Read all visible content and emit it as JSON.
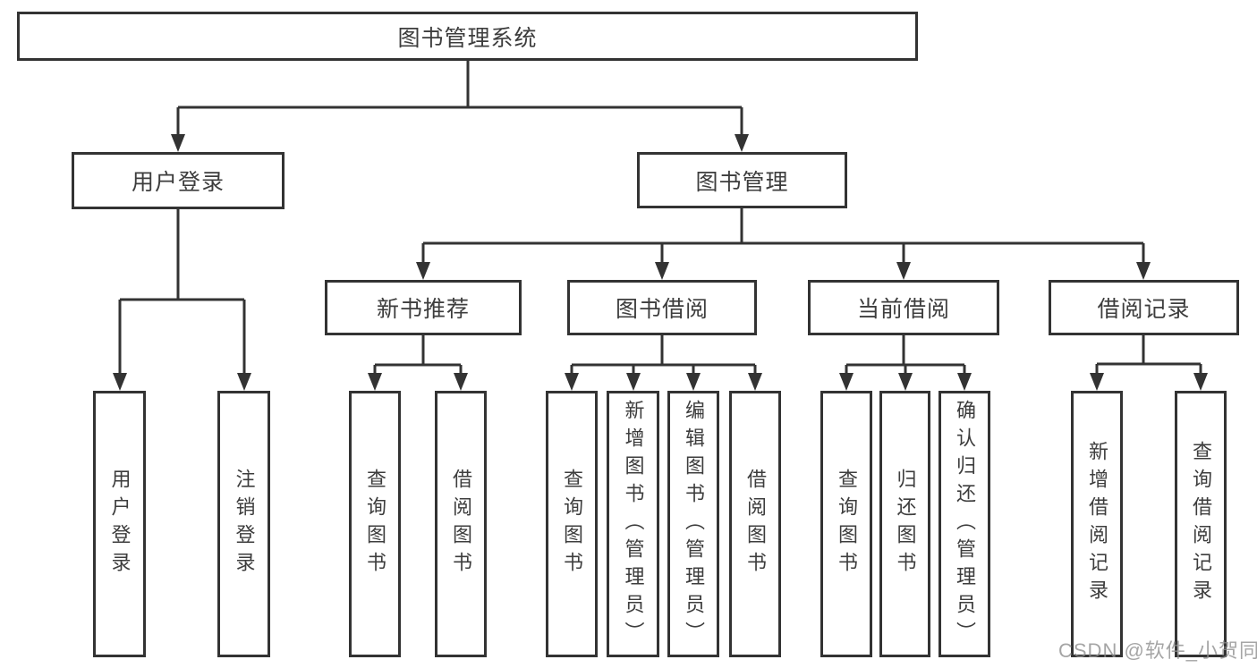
{
  "diagram": {
    "type": "tree",
    "root": {
      "label": "图书管理系统",
      "children": [
        {
          "label": "用户登录",
          "children": [
            {
              "label": "用户登录"
            },
            {
              "label": "注销登录"
            }
          ]
        },
        {
          "label": "图书管理",
          "children": [
            {
              "label": "新书推荐",
              "children": [
                {
                  "label": "查询图书"
                },
                {
                  "label": "借阅图书"
                }
              ]
            },
            {
              "label": "图书借阅",
              "children": [
                {
                  "label": "查询图书"
                },
                {
                  "label": "新增图书（管理员）"
                },
                {
                  "label": "编辑图书（管理员）"
                },
                {
                  "label": "借阅图书"
                }
              ]
            },
            {
              "label": "当前借阅",
              "children": [
                {
                  "label": "查询图书"
                },
                {
                  "label": "归还图书"
                },
                {
                  "label": "确认归还（管理员）"
                }
              ]
            },
            {
              "label": "借阅记录",
              "children": [
                {
                  "label": "新增借阅记录"
                },
                {
                  "label": "查询借阅记录"
                }
              ]
            }
          ]
        }
      ]
    },
    "line_color": "#333333",
    "box_fill": "#ffffff",
    "text_color": "#3d3d3d"
  },
  "watermark": {
    "text": "CSDN @软件_小贺同学"
  }
}
